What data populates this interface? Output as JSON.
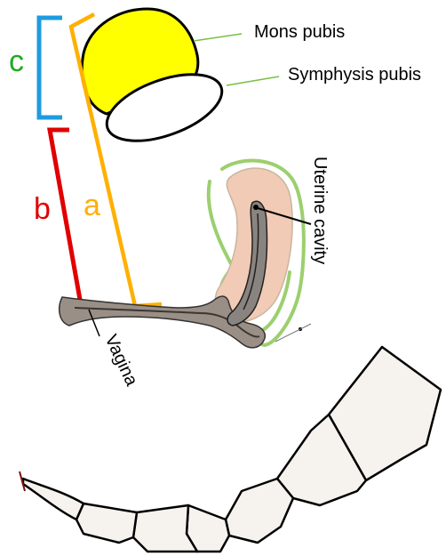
{
  "labels": {
    "mons_pubis": "Mons pubis",
    "symphysis_pubis": "Symphysis pubis",
    "uterine_cavity": "Uterine cavity",
    "vagina": "Vagina"
  },
  "brackets": {
    "a": "a",
    "b": "b",
    "c": "c"
  },
  "colors": {
    "mons_fill": "#ffff00",
    "bracket_a": "#ffb000",
    "bracket_b": "#e00000",
    "bracket_c": "#1e9be0",
    "label_c": "#22aa22",
    "uterus_fill": "#f1cbb6",
    "outline_green": "#9ccf6f",
    "cavity_gray": "#808080",
    "bone_fill": "#f6f3ef"
  }
}
